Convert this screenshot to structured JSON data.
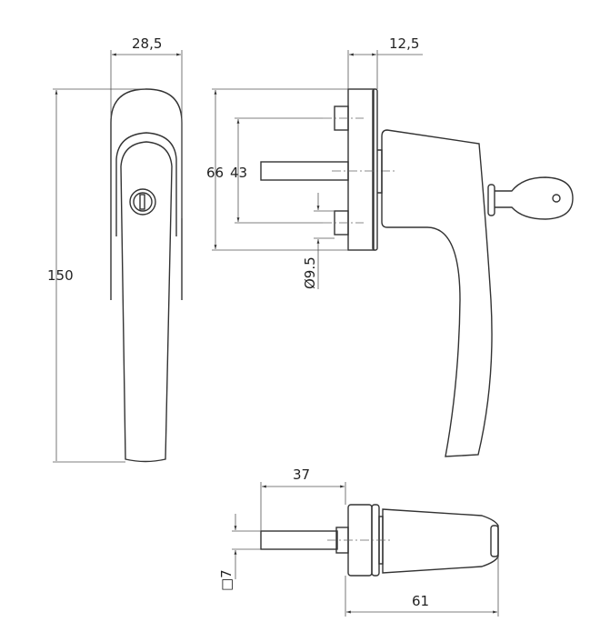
{
  "dimensions": {
    "front_width": "28,5",
    "height": "150",
    "rose_depth": "12,5",
    "rose_height": "66",
    "pin_spacing": "43",
    "pin_diameter": "Ø9.5",
    "spindle_length": "37",
    "spindle_square": "□7",
    "overall_depth": "61"
  },
  "colors": {
    "line": "#333333",
    "dimension": "#555555"
  }
}
